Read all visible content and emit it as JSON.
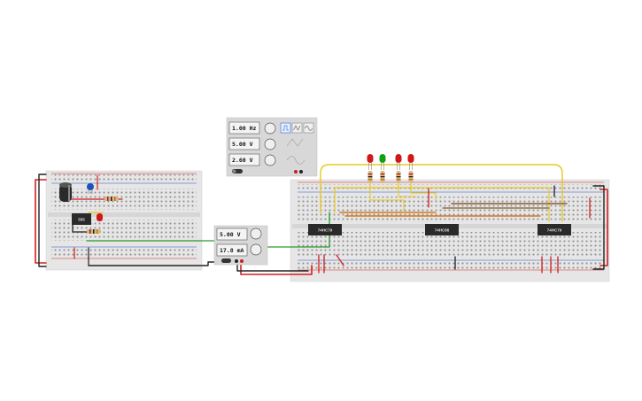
{
  "function_generator": {
    "frequency": "1.00 Hz",
    "amplitude": "5.00 V",
    "dc_offset": "2.60 V",
    "waveforms": [
      "square",
      "triangle",
      "sine"
    ],
    "selected_waveform": "square"
  },
  "power_supply": {
    "voltage": "5.00 V",
    "current": "17.8 mA"
  },
  "chips": {
    "timer": "555",
    "ic1": "74HC79",
    "ic2": "74HC86",
    "ic3": "74HC79"
  },
  "leds": [
    {
      "color": "#d01818"
    },
    {
      "color": "#10a010"
    },
    {
      "color": "#d01818"
    },
    {
      "color": "#d01818"
    }
  ],
  "colors": {
    "wire_red": "#d41e1e",
    "wire_black": "#222222",
    "wire_yellow": "#e8c820",
    "wire_green": "#2a9a2a",
    "wire_orange": "#d4781e",
    "wire_brown": "#8a5a2a",
    "board": "#e6e6e6",
    "instrument": "#d8d8d8"
  }
}
